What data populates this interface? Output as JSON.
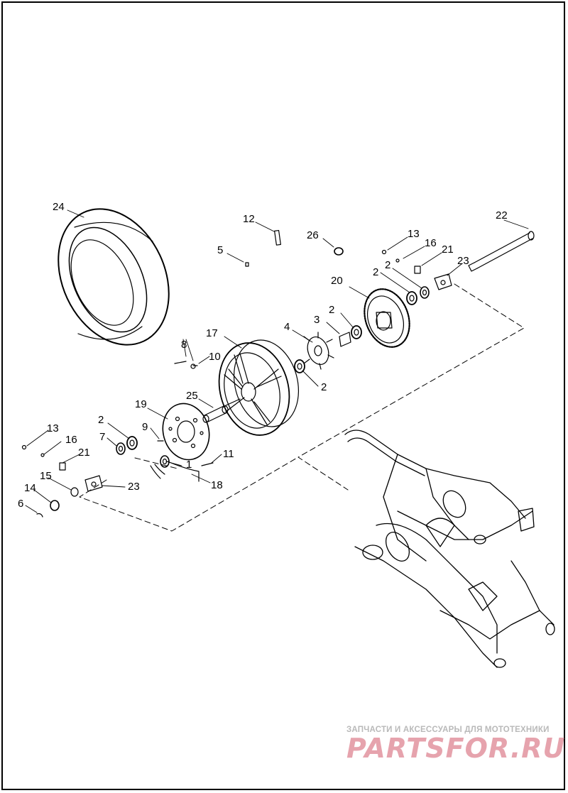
{
  "callouts": [
    "24",
    "12",
    "5",
    "26",
    "13",
    "16",
    "21",
    "22",
    "23",
    "2",
    "2",
    "20",
    "2",
    "3",
    "4",
    "17",
    "8",
    "10",
    "2",
    "25",
    "19",
    "9",
    "2",
    "7",
    "13",
    "16",
    "21",
    "15",
    "14",
    "6",
    "1",
    "11",
    "18",
    "23"
  ],
  "watermark": {
    "tagline": "ЗАПЧАСТИ И АКСЕССУАРЫ ДЛЯ МОТОТЕХНИКИ",
    "logo": "PARTSFOR.RU"
  }
}
